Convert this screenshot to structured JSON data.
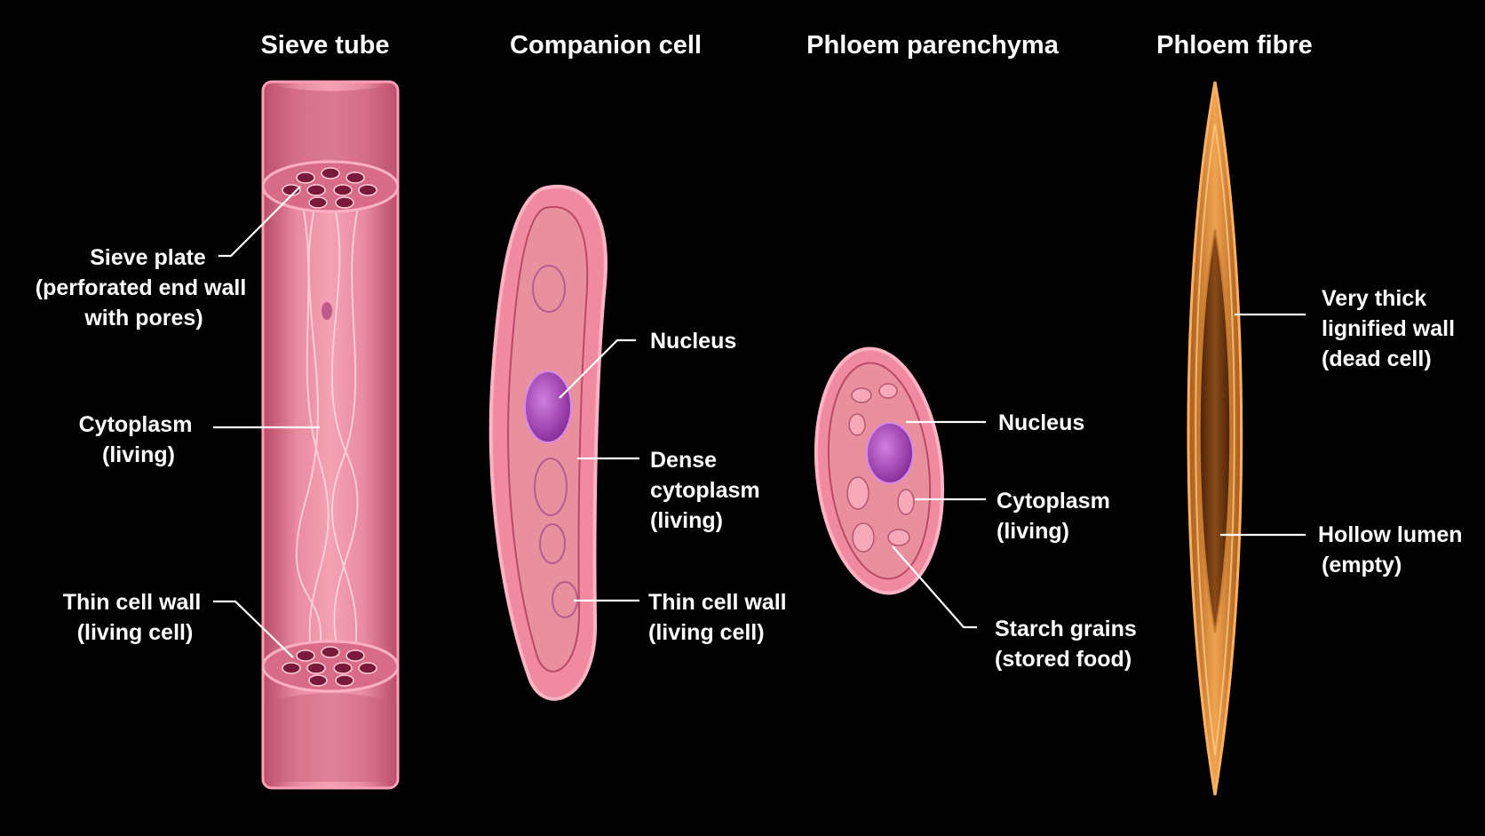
{
  "columns": [
    {
      "title": "Sieve tube",
      "labels": [
        {
          "lines": [
            "Sieve plate",
            "(perforated end wall",
            "with pores)"
          ]
        },
        {
          "lines": [
            "Cytoplasm",
            "(living)"
          ]
        },
        {
          "lines": [
            "Thin cell wall",
            "(living cell)"
          ]
        }
      ]
    },
    {
      "title": "Companion cell",
      "labels": [
        {
          "lines": [
            "Nucleus"
          ]
        },
        {
          "lines": [
            "Dense",
            "cytoplasm",
            "(living)"
          ]
        },
        {
          "lines": [
            "Thin cell wall",
            "(living cell)"
          ]
        }
      ]
    },
    {
      "title": "Phloem parenchyma",
      "labels": [
        {
          "lines": [
            "Nucleus"
          ]
        },
        {
          "lines": [
            "Cytoplasm",
            "(living)"
          ]
        },
        {
          "lines": [
            "Starch grains",
            "(stored food)"
          ]
        }
      ]
    },
    {
      "title": "Phloem fibre",
      "labels": [
        {
          "lines": [
            "Very thick",
            "lignified wall",
            "(dead cell)"
          ]
        },
        {
          "lines": [
            "Hollow lumen",
            "(empty)"
          ]
        }
      ]
    }
  ],
  "colors": {
    "background": "#000000",
    "living_cell": "#f08aa0",
    "living_cell_dark": "#c85a75",
    "nucleus": "#a848b8",
    "fibre_wall": "#d98b3c",
    "fibre_lumen": "#7a3e10",
    "text": "#ffffff"
  }
}
